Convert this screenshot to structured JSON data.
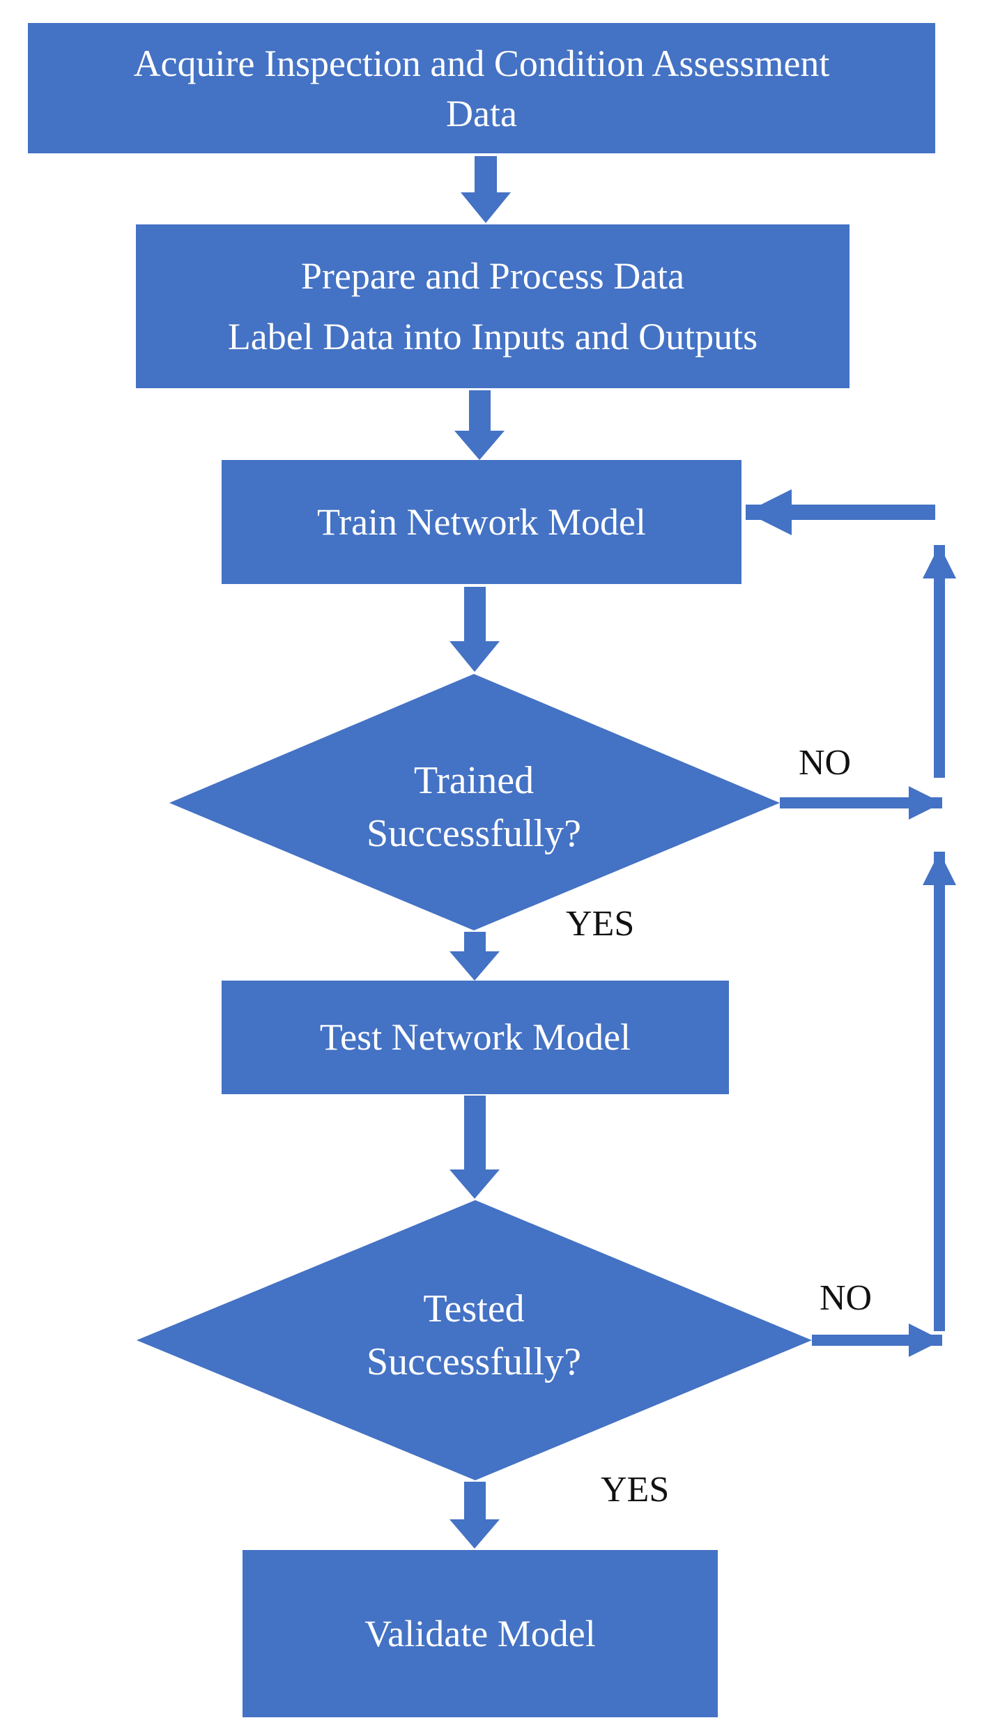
{
  "colors": {
    "shape_fill": "#4472C4",
    "shape_text": "#ffffff",
    "label_text": "#111111"
  },
  "steps": {
    "acquire": {
      "line1": "Acquire Inspection and Condition Assessment",
      "line2": "Data"
    },
    "prepare": {
      "line1": "Prepare and Process Data",
      "line2": "Label Data into Inputs and Outputs"
    },
    "train": "Train Network Model",
    "test": "Test Network Model",
    "validate": "Validate Model"
  },
  "decisions": {
    "trained": {
      "line1": "Trained",
      "line2": "Successfully?",
      "no_label": "NO",
      "yes_label": "YES"
    },
    "tested": {
      "line1": "Tested",
      "line2": "Successfully?",
      "no_label": "NO",
      "yes_label": "YES"
    }
  }
}
